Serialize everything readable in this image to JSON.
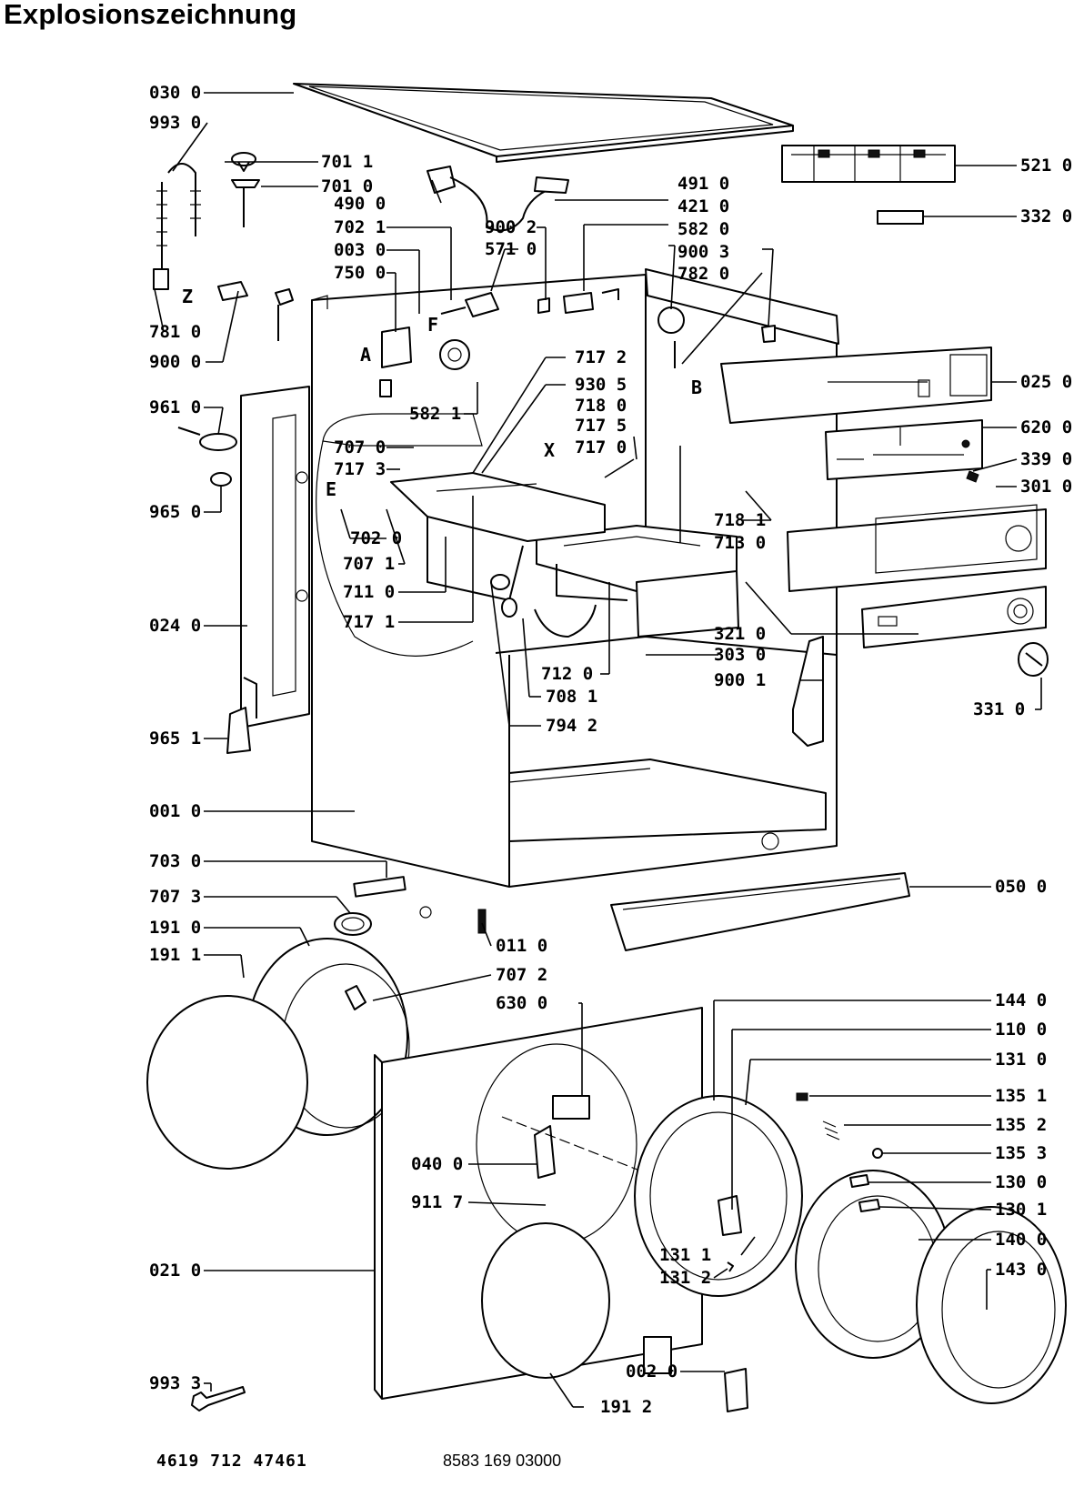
{
  "title": "Explosionszeichnung",
  "footer": {
    "left": "4619 712 47461",
    "right": "8583 169 03000"
  },
  "detail_letters": [
    "A",
    "B",
    "E",
    "F",
    "X",
    "Z"
  ],
  "part_labels": [
    {
      "id": "030-0",
      "text": "030 0"
    },
    {
      "id": "993-0",
      "text": "993 0"
    },
    {
      "id": "701-1",
      "text": "701 1"
    },
    {
      "id": "701-0",
      "text": "701 0"
    },
    {
      "id": "490-0",
      "text": "490 0"
    },
    {
      "id": "702-1",
      "text": "702 1"
    },
    {
      "id": "003-0",
      "text": "003 0"
    },
    {
      "id": "750-0",
      "text": "750 0"
    },
    {
      "id": "781-0",
      "text": "781 0"
    },
    {
      "id": "900-0",
      "text": "900 0"
    },
    {
      "id": "961-0",
      "text": "961 0"
    },
    {
      "id": "965-0",
      "text": "965 0"
    },
    {
      "id": "024-0",
      "text": "024 0"
    },
    {
      "id": "965-1",
      "text": "965 1"
    },
    {
      "id": "001-0",
      "text": "001 0"
    },
    {
      "id": "703-0",
      "text": "703 0"
    },
    {
      "id": "707-3a",
      "text": "707 3"
    },
    {
      "id": "191-0",
      "text": "191 0"
    },
    {
      "id": "191-1",
      "text": "191 1"
    },
    {
      "id": "021-0",
      "text": "021 0"
    },
    {
      "id": "993-3",
      "text": "993 3"
    },
    {
      "id": "707-0",
      "text": "707 0"
    },
    {
      "id": "717-3",
      "text": "717 3"
    },
    {
      "id": "702-0",
      "text": "702 0"
    },
    {
      "id": "707-1",
      "text": "707 1"
    },
    {
      "id": "711-0",
      "text": "711 0"
    },
    {
      "id": "717-1",
      "text": "717 1"
    },
    {
      "id": "582-1",
      "text": "582 1"
    },
    {
      "id": "900-2",
      "text": "900 2"
    },
    {
      "id": "571-0",
      "text": "571 0"
    },
    {
      "id": "491-0",
      "text": "491 0"
    },
    {
      "id": "421-0",
      "text": "421 0"
    },
    {
      "id": "582-0",
      "text": "582 0"
    },
    {
      "id": "900-3",
      "text": "900 3"
    },
    {
      "id": "782-0",
      "text": "782 0"
    },
    {
      "id": "521-0",
      "text": "521 0"
    },
    {
      "id": "332-0",
      "text": "332 0"
    },
    {
      "id": "717-2",
      "text": "717 2"
    },
    {
      "id": "930-5",
      "text": "930 5"
    },
    {
      "id": "718-0",
      "text": "718 0"
    },
    {
      "id": "717-5",
      "text": "717 5"
    },
    {
      "id": "717-0",
      "text": "717 0"
    },
    {
      "id": "025-0",
      "text": "025 0"
    },
    {
      "id": "620-0",
      "text": "620 0"
    },
    {
      "id": "339-0",
      "text": "339 0"
    },
    {
      "id": "301-0",
      "text": "301 0"
    },
    {
      "id": "718-1",
      "text": "718 1"
    },
    {
      "id": "713-0",
      "text": "713 0"
    },
    {
      "id": "321-0",
      "text": "321 0"
    },
    {
      "id": "303-0",
      "text": "303 0"
    },
    {
      "id": "900-1",
      "text": "900 1"
    },
    {
      "id": "331-0",
      "text": "331 0"
    },
    {
      "id": "712-0",
      "text": "712 0"
    },
    {
      "id": "708-1",
      "text": "708 1"
    },
    {
      "id": "794-2",
      "text": "794 2"
    },
    {
      "id": "050-0",
      "text": "050 0"
    },
    {
      "id": "011-0",
      "text": "011 0"
    },
    {
      "id": "707-2",
      "text": "707 2"
    },
    {
      "id": "630-0",
      "text": "630 0"
    },
    {
      "id": "040-0",
      "text": "040 0"
    },
    {
      "id": "911-7",
      "text": "911 7"
    },
    {
      "id": "144-0",
      "text": "144 0"
    },
    {
      "id": "110-0",
      "text": "110 0"
    },
    {
      "id": "131-0",
      "text": "131 0"
    },
    {
      "id": "135-1",
      "text": "135 1"
    },
    {
      "id": "135-2",
      "text": "135 2"
    },
    {
      "id": "135-3",
      "text": "135 3"
    },
    {
      "id": "130-0",
      "text": "130 0"
    },
    {
      "id": "130-1",
      "text": "130 1"
    },
    {
      "id": "140-0",
      "text": "140 0"
    },
    {
      "id": "143-0",
      "text": "143 0"
    },
    {
      "id": "131-1",
      "text": "131 1"
    },
    {
      "id": "131-2",
      "text": "131 2"
    },
    {
      "id": "002-0",
      "text": "002 0"
    },
    {
      "id": "191-2",
      "text": "191 2"
    }
  ]
}
